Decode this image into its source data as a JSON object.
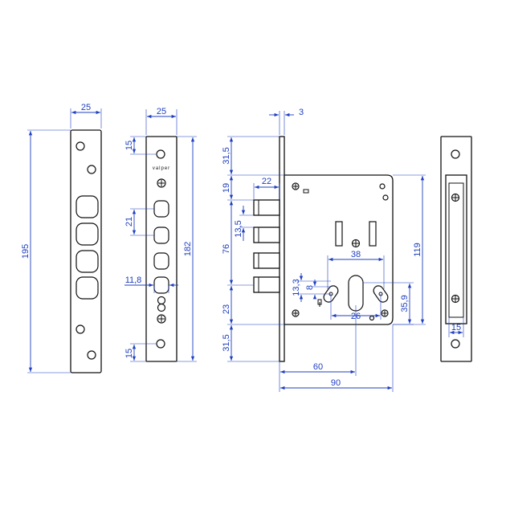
{
  "colors": {
    "dimension": "#1f3fbf",
    "outline": "#111111",
    "background": "#ffffff"
  },
  "brand": "valper",
  "strike_plate": {
    "width": "25",
    "height": "195"
  },
  "faceplate": {
    "width": "25",
    "top_offset": "15",
    "spacing": "21",
    "bolt_width": "11,8",
    "height": "182",
    "bottom_offset": "15"
  },
  "lock_body": {
    "plate_thickness": "3",
    "top_offset": "31,5",
    "bolt_top": "19",
    "bolt_length": "22",
    "bolt_spacing": "13,5",
    "bolt_span": "76",
    "lower_gap": "23",
    "bottom_offset": "31,5",
    "cylinder_width": "38",
    "cam_h1": "13,3",
    "cam_h2": "8",
    "cylinder_center": "26",
    "cylinder_height": "35,9",
    "body_height": "119",
    "backset": "60",
    "depth": "90"
  },
  "keeper": {
    "width": "15"
  }
}
